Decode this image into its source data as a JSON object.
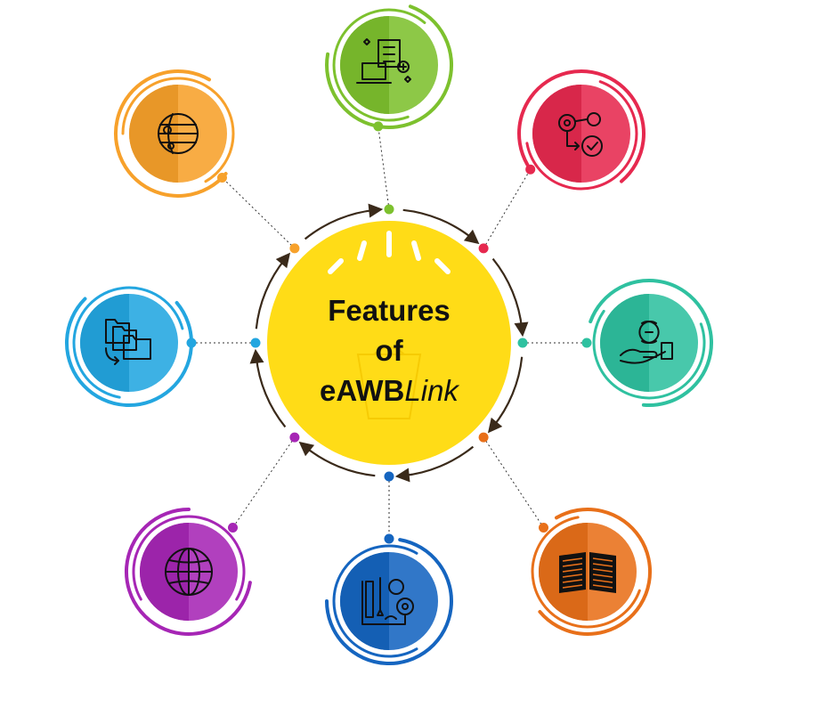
{
  "hub": {
    "line1": "Features",
    "line2": "of",
    "brand_bold": "eAWB",
    "brand_italic": "Link",
    "color": "#FFDC17"
  },
  "features": [
    {
      "name": "form-entry-feature",
      "icon": "laptop-form-icon",
      "color": "#7DC12E"
    },
    {
      "name": "workflow-automation-feature",
      "icon": "gears-process-icon",
      "color": "#E6294F"
    },
    {
      "name": "secure-handover-feature",
      "icon": "hand-exchange-icon",
      "color": "#2FC1A0"
    },
    {
      "name": "documents-feature",
      "icon": "open-book-icon",
      "color": "#E8701A"
    },
    {
      "name": "customization-feature",
      "icon": "blueprint-settings-icon",
      "color": "#1565C0"
    },
    {
      "name": "global-access-feature",
      "icon": "globe-icon",
      "color": "#A626B5"
    },
    {
      "name": "file-sharing-feature",
      "icon": "folders-icon",
      "color": "#23A6E0"
    },
    {
      "name": "integration-feature",
      "icon": "planet-sphere-icon",
      "color": "#F7A12B"
    }
  ],
  "connector_color": "#333333",
  "arrow_color": "#3A2A1A"
}
